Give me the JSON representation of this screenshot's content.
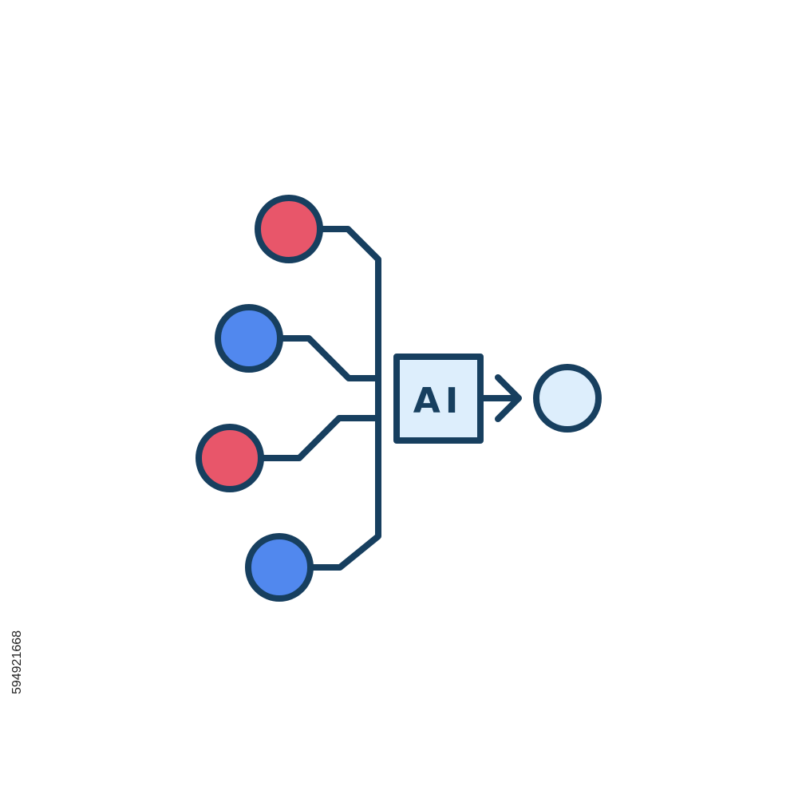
{
  "diagram": {
    "center_label": "AI",
    "colors": {
      "stroke": "#173f5f",
      "red_node": "#e8566a",
      "blue_node": "#5188ee",
      "output_node": "#ddeefc",
      "box_fill": "#ddeefc",
      "background": "#ffffff"
    },
    "nodes": [
      {
        "name": "input-node-1",
        "color": "red"
      },
      {
        "name": "input-node-2",
        "color": "blue"
      },
      {
        "name": "input-node-3",
        "color": "red"
      },
      {
        "name": "input-node-4",
        "color": "blue"
      },
      {
        "name": "output-node",
        "color": "light-blue"
      }
    ]
  },
  "stock_id": "594921668"
}
